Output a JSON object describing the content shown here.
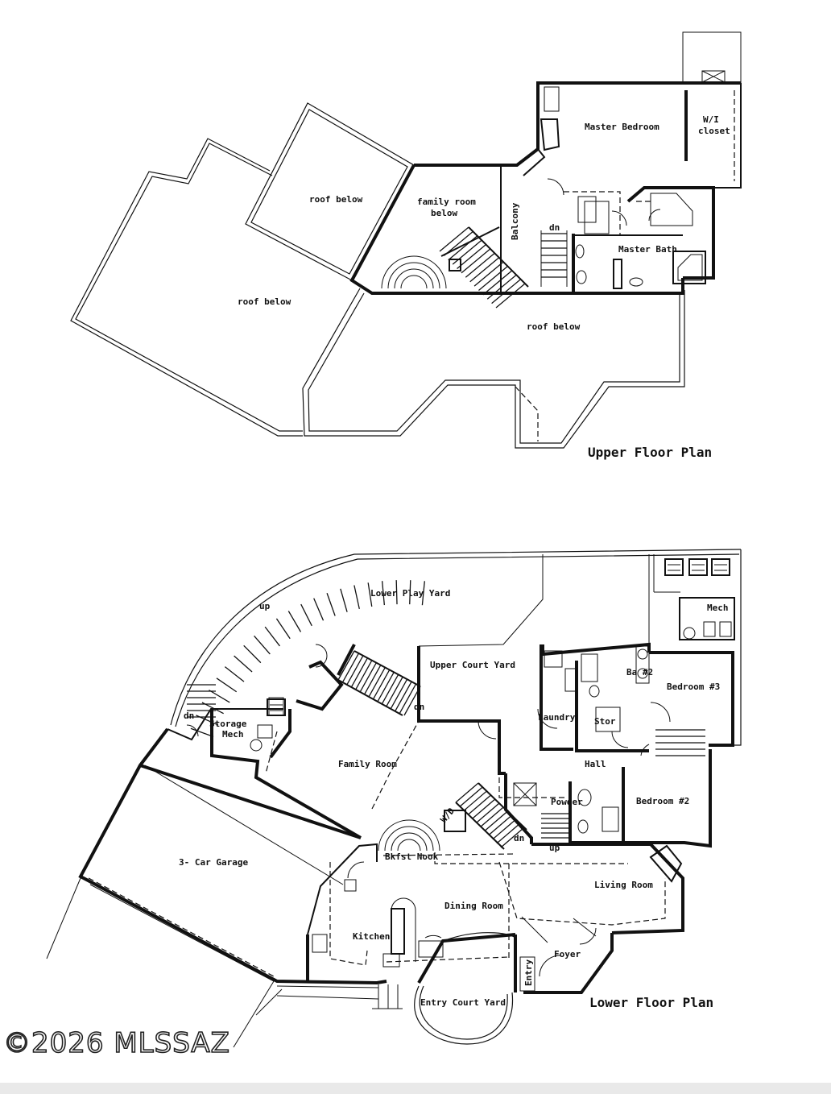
{
  "upper": {
    "title": "Upper Floor Plan",
    "rooms": {
      "master_bedroom": "Master Bedroom",
      "wi_closet_line1": "W/I",
      "wi_closet_line2": "closet",
      "family_room_below_line1": "family room",
      "family_room_below_line2": "below",
      "balcony": "Balcony",
      "dn": "dn",
      "master_bath": "Master Bath",
      "roof_below_1": "roof below",
      "roof_below_2": "roof below",
      "roof_below_3": "roof below"
    }
  },
  "lower": {
    "title": "Lower Floor Plan",
    "rooms": {
      "lower_play_yard": "Lower Play Yard",
      "up_stair": "up",
      "upper_court_yard": "Upper Court Yard",
      "dn_court": "dn",
      "mech": "Mech",
      "ba2": "Ba #2",
      "bedroom3": "Bedroom #3",
      "laundry": "Laundry",
      "stor": "Stor",
      "hall": "Hall",
      "dn_left": "dn",
      "storage_mech_line1": "Storage",
      "storage_mech_line2": "Mech",
      "family_room": "Family Room",
      "powder": "Powder",
      "bedroom2": "Bedroom #2",
      "wd": "W/D",
      "dn_stair": "dn",
      "up_stair2": "up",
      "bkfst_nook": "Bkfst Nook",
      "three_car_garage": "3- Car Garage",
      "living_room": "Living Room",
      "dining_room": "Dining Room",
      "kitchen": "Kitchen",
      "foyer": "Foyer",
      "entry": "Entry",
      "entry_court_yard": "Entry Court Yard"
    }
  },
  "watermark": "©2026 MLSSAZ"
}
